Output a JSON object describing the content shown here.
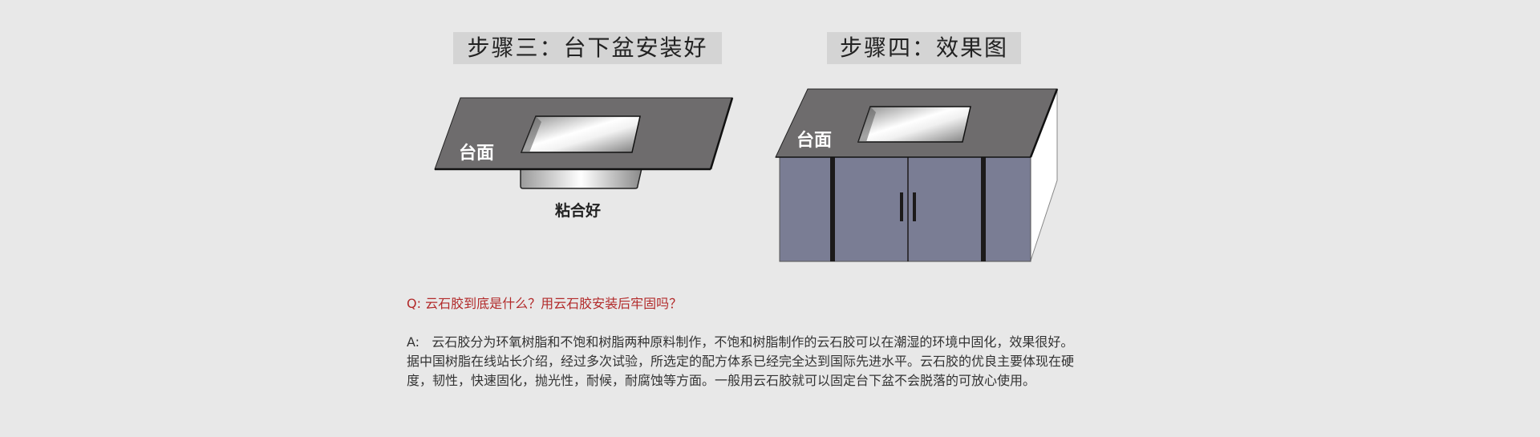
{
  "step3": {
    "title": "步骤三：台下盆安装好",
    "counter_label": "台面",
    "bond_label": "粘合好"
  },
  "step4": {
    "title": "步骤四：效果图",
    "counter_label": "台面"
  },
  "qa": {
    "question_prefix": "Q:",
    "question": "云石胶到底是什么？用云石胶安装后牢固吗？",
    "answer_prefix": "A:",
    "answer_lines": [
      "云石胶分为环氧树脂和不饱和树脂两种原料制作，不饱和树脂制作的云石胶可以在潮湿的环境中固化，效果很好。",
      "据中国树脂在线站长介绍，经过多次试验，所选定的配方体系已经完全达到国际先进水平。云石胶的优良主要体现在硬",
      "度，韧性，快速固化，抛光性，耐候，耐腐蚀等方面。一般用云石胶就可以固定台下盆不会脱落的可放心使用。"
    ]
  },
  "colors": {
    "background": "#e8e8e8",
    "title_bg": "#d4d4d4",
    "countertop": "#6e6c6d",
    "cabinet": "#7a7d94",
    "question_red": "#b22a2a",
    "text": "#333333"
  }
}
